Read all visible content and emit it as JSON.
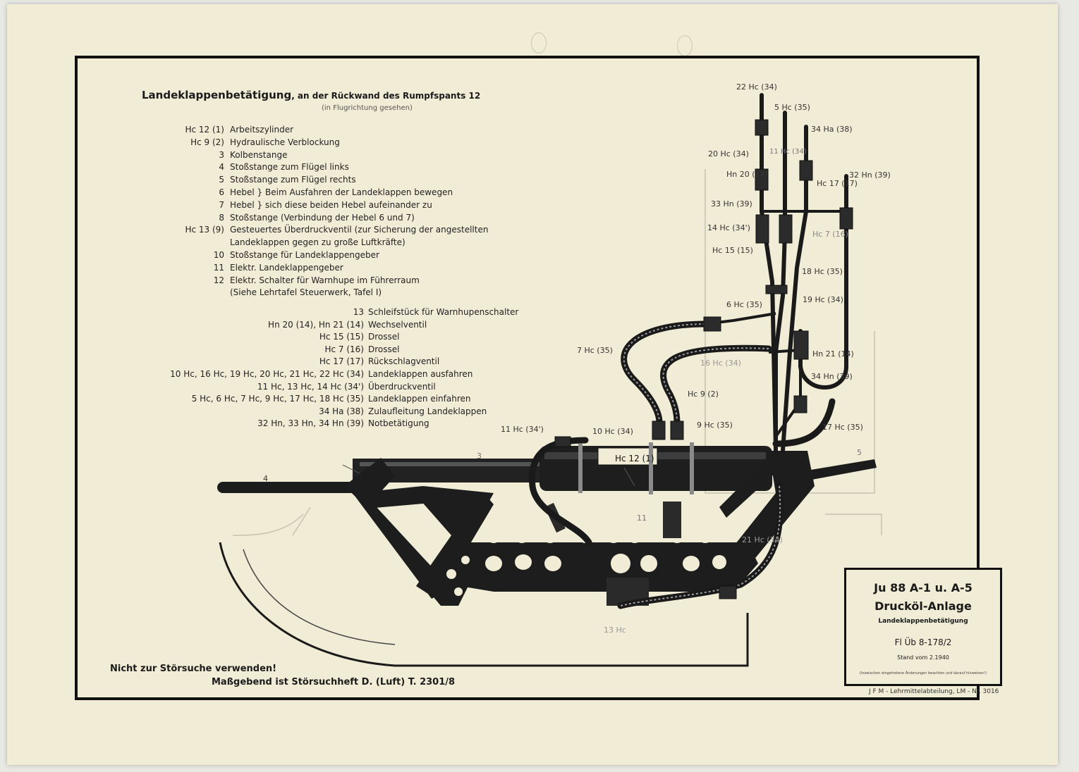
{
  "title": {
    "main": "Landeklappenbetätigung",
    "rest": ", an der Rückwand des Rumpfspants 12",
    "sub": "(in Flugrichtung gesehen)"
  },
  "legend_top": [
    {
      "code": "Hc 12 (1)",
      "desc": "Arbeitszylinder"
    },
    {
      "code": "Hc 9 (2)",
      "desc": "Hydraulische Verblockung"
    },
    {
      "code": "3",
      "desc": "Kolbenstange"
    },
    {
      "code": "4",
      "desc": "Stoßstange zum Flügel links"
    },
    {
      "code": "5",
      "desc": "Stoßstange zum Flügel rechts"
    },
    {
      "code": "6",
      "desc": "Hebel } Beim Ausfahren der Landeklappen bewegen"
    },
    {
      "code": "7",
      "desc": "Hebel } sich diese beiden Hebel aufeinander zu"
    },
    {
      "code": "8",
      "desc": "Stoßstange (Verbindung der Hebel 6 und 7)"
    },
    {
      "code": "Hc 13 (9)",
      "desc": "Gesteuertes Überdruckventil (zur Sicherung der angestellten"
    },
    {
      "code": "",
      "desc": "Landeklappen gegen zu große Luftkräfte)"
    },
    {
      "code": "10",
      "desc": "Stoßstange für Landeklappengeber"
    },
    {
      "code": "11",
      "desc": "Elektr. Landeklappengeber"
    },
    {
      "code": "12",
      "desc": "Elektr. Schalter für Warnhupe im Führerraum"
    },
    {
      "code": "",
      "desc": "(Siehe Lehrtafel Steuerwerk, Tafel I)"
    }
  ],
  "legend_bottom": [
    {
      "code": "13",
      "desc": "Schleifstück für Warnhupenschalter"
    },
    {
      "code": "Hn 20 (14), Hn 21 (14)",
      "desc": "Wechselventil"
    },
    {
      "code": "Hc 15 (15)",
      "desc": "Drossel"
    },
    {
      "code": "Hc 7 (16)",
      "desc": "Drossel"
    },
    {
      "code": "Hc 17 (17)",
      "desc": "Rückschlagventil"
    },
    {
      "code": "10 Hc, 16 Hc, 19 Hc, 20 Hc, 21 Hc, 22 Hc (34)",
      "desc": "Landeklappen ausfahren"
    },
    {
      "code": "11 Hc, 13 Hc, 14 Hc (34')",
      "desc": "Überdruckventil"
    },
    {
      "code": "5 Hc, 6 Hc, 7 Hc, 9 Hc, 17 Hc, 18 Hc (35)",
      "desc": "Landeklappen einfahren"
    },
    {
      "code": "34 Ha (38)",
      "desc": "Zulaufleitung Landeklappen"
    },
    {
      "code": "32 Hn, 33 Hn, 34 Hn (39)",
      "desc": "Notbetätigung"
    }
  ],
  "callouts": {
    "c22hc": "22 Hc (34)",
    "c5hc": "5 Hc (35)",
    "c34ha": "34 Ha (38)",
    "c20hc": "20 Hc (34)",
    "c1hc": "11 Hc (34)",
    "c32hn": "32 Hn (39)",
    "chn20": "Hn 20 (14)",
    "chc17": "Hc 17 (17)",
    "c33hn": "33 Hn (39)",
    "c14hc": "14 Hc (34')",
    "chc15": "Hc 15 (15)",
    "chc7": "Hc 7 (16)",
    "c18hc": "18 Hc (35)",
    "c6hc": "6 Hc (35)",
    "c19hc": "19 Hc (34)",
    "c7hc": "7 Hc (35)",
    "c16hc": "16 Hc (34)",
    "chn21": "Hn 21 (14)",
    "c34hn": "34 Hn (39)",
    "chc9": "Hc 9 (2)",
    "c11hc": "11 Hc (34')",
    "c10hc": "10 Hc (34)",
    "c9hc": "9 Hc (35)",
    "c17hc": "17 Hc (35)",
    "chc12": "Hc 12 (1)",
    "n3": "3",
    "n4": "4",
    "n5": "5",
    "n11": "11",
    "c13hc": "13 Hc",
    "c21hc": "21 Hc (34)"
  },
  "warning": {
    "line1": "Nicht zur Störsuche verwenden!",
    "line2": "Maßgebend ist Störsuchheft D. (Luft) T. 2301/8"
  },
  "titleblock": {
    "model": "Ju 88 A-1 u. A-5",
    "system": "Drucköl-Anlage",
    "subject": "Landeklappenbetätigung",
    "doc_no": "Fl Üb 8-178/2",
    "stand": "Stand vom 2.1940",
    "note": "(Inzwischen eingetretene Änderungen beachten und darauf hinweisen!)"
  },
  "footer": "J F M - Lehrmittelabteilung, LM - Nr. 3016"
}
